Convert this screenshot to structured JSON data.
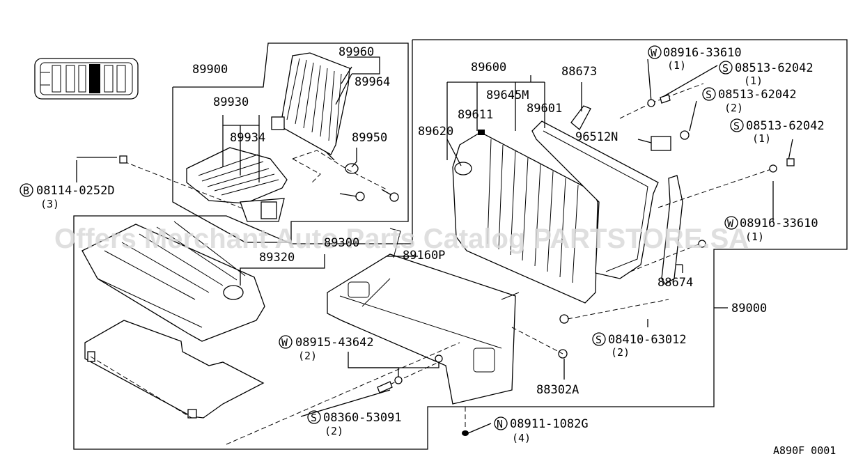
{
  "watermark": "Offers Merchant Auto Parts Catalog PARTSTORE.SA",
  "diagram_code": "A890F 0001",
  "parts": {
    "p89900": "89900",
    "p89960": "89960",
    "p89964": "89964",
    "p89930": "89930",
    "p89934": "89934",
    "p89950": "89950",
    "p89600": "89600",
    "p89645M": "89645M",
    "p89611": "89611",
    "p89601": "89601",
    "p89620": "89620",
    "p88673": "88673",
    "p96512N": "96512N",
    "p89300": "89300",
    "p89320": "89320",
    "p89160P": "89160P",
    "p88674": "88674",
    "p89000": "89000",
    "p88302A": "88302A"
  },
  "fasteners": {
    "f_w1": {
      "prefix": "W",
      "number": "08916-33610",
      "qty": "(1)"
    },
    "f_s1": {
      "prefix": "S",
      "number": "08513-62042",
      "qty": "(1)"
    },
    "f_s2": {
      "prefix": "S",
      "number": "08513-62042",
      "qty": "(2)"
    },
    "f_s3": {
      "prefix": "S",
      "number": "08513-62042",
      "qty": "(1)"
    },
    "f_w2": {
      "prefix": "W",
      "number": "08916-33610",
      "qty": "(1)"
    },
    "f_b1": {
      "prefix": "B",
      "number": "08114-0252D",
      "qty": "(3)"
    },
    "f_w3": {
      "prefix": "W",
      "number": "08915-43642",
      "qty": "(2)"
    },
    "f_s4": {
      "prefix": "S",
      "number": "08410-63012",
      "qty": "(2)"
    },
    "f_s5": {
      "prefix": "S",
      "number": "08360-53091",
      "qty": "(2)"
    },
    "f_n1": {
      "prefix": "N",
      "number": "08911-1082G",
      "qty": "(4)"
    }
  },
  "colors": {
    "ink": "#000000",
    "paper": "#ffffff",
    "watermark": "#d9d9d9"
  }
}
